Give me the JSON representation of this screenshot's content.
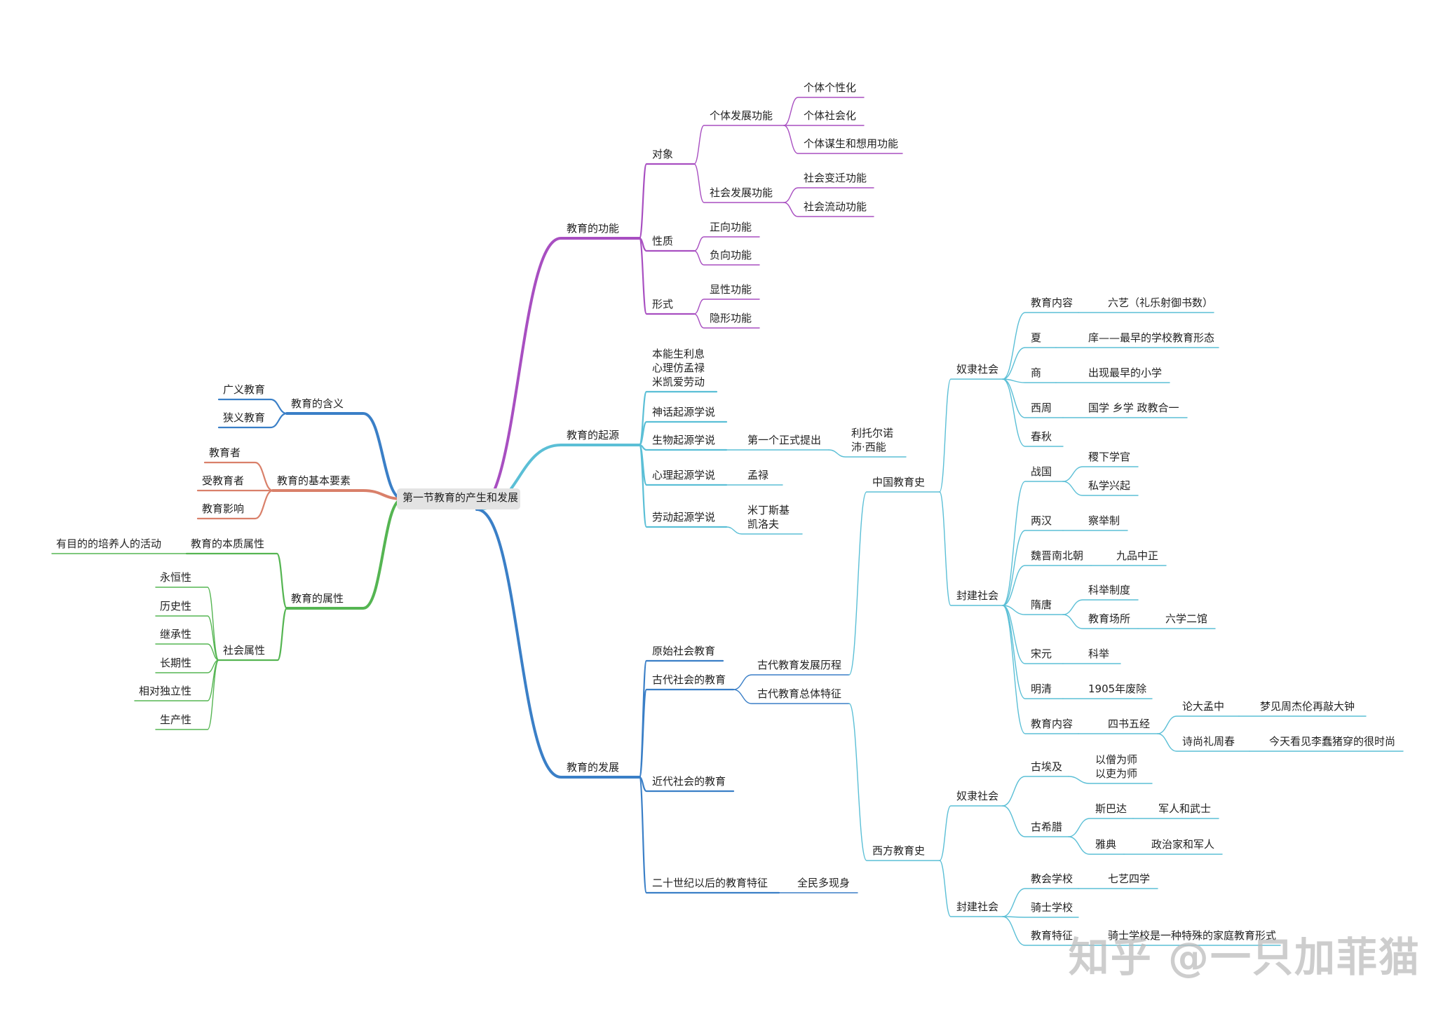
{
  "root": {
    "label": "第一节教育的产生和发展"
  },
  "colors": {
    "function": "#a84fc1",
    "origin": "#5bbfd6",
    "development": "#3a7fc7",
    "meaning": "#3a7fc7",
    "elements": "#d9806a",
    "attributes": "#55b552"
  },
  "function": {
    "label": "教育的功能",
    "object": {
      "label": "对象",
      "individual": {
        "label": "个体发展功能",
        "items": [
          "个体个性化",
          "个体社会化",
          "个体谋生和想用功能"
        ]
      },
      "social": {
        "label": "社会发展功能",
        "items": [
          "社会变迁功能",
          "社会流动功能"
        ]
      }
    },
    "nature": {
      "label": "性质",
      "items": [
        "正向功能",
        "负向功能"
      ]
    },
    "form": {
      "label": "形式",
      "items": [
        "显性功能",
        "隐形功能"
      ]
    }
  },
  "origin": {
    "label": "教育的起源",
    "summary": "本能生利息\n心理仿孟禄\n米凯爱劳动",
    "myth": {
      "label": "神话起源学说"
    },
    "biology": {
      "label": "生物起源学说",
      "first": "第一个正式提出",
      "persons": "利托尔诺\n沛·西能"
    },
    "psychology": {
      "label": "心理起源学说",
      "person": "孟禄"
    },
    "labor": {
      "label": "劳动起源学说",
      "persons": "米丁斯基\n凯洛夫"
    }
  },
  "development": {
    "label": "教育的发展",
    "primitive": "原始社会教育",
    "ancient": {
      "label": "古代社会的教育",
      "history": "古代教育发展历程",
      "features": "古代教育总体特征"
    },
    "modern": "近代社会的教育",
    "twentieth": {
      "label": "二十世纪以后的教育特征",
      "value": "全民多现身"
    },
    "china": {
      "label": "中国教育史",
      "slave": {
        "label": "奴隶社会",
        "content": {
          "label": "教育内容",
          "value": "六艺（礼乐射御书数）"
        },
        "xia": {
          "label": "夏",
          "value": "庠——最早的学校教育形态"
        },
        "shang": {
          "label": "商",
          "value": "出现最早的小学"
        },
        "xizhou": {
          "label": "西周",
          "value": "国学 乡学 政教合一"
        },
        "chunqiu": {
          "label": "春秋"
        }
      },
      "feudal": {
        "label": "封建社会",
        "zhanguo": {
          "label": "战国",
          "items": [
            "稷下学官",
            "私学兴起"
          ]
        },
        "lianghan": {
          "label": "两汉",
          "value": "察举制"
        },
        "weijin": {
          "label": "魏晋南北朝",
          "value": "九品中正"
        },
        "suitang": {
          "label": "隋唐",
          "keju": "科举制度",
          "place": "教育场所",
          "place_value": "六学二馆"
        },
        "songyuan": {
          "label": "宋元",
          "value": "科举"
        },
        "mingqing": {
          "label": "明清",
          "value": "1905年废除"
        },
        "content": {
          "label": "教育内容",
          "value": "四书五经",
          "items": [
            {
              "label": "论大孟中",
              "value": "梦见周杰伦再敲大钟"
            },
            {
              "label": "诗尚礼周春",
              "value": "今天看见李蠢猪穿的很时尚"
            }
          ]
        }
      }
    },
    "west": {
      "label": "西方教育史",
      "slave": {
        "label": "奴隶社会",
        "egypt": {
          "label": "古埃及",
          "value": "以僧为师\n以吏为师"
        },
        "greece": {
          "label": "古希腊",
          "sparta": {
            "label": "斯巴达",
            "value": "军人和武士"
          },
          "athens": {
            "label": "雅典",
            "value": "政治家和军人"
          }
        }
      },
      "feudal": {
        "label": "封建社会",
        "church": {
          "label": "教会学校",
          "value": "七艺四学"
        },
        "knight": {
          "label": "骑士学校"
        },
        "feature": {
          "label": "教育特征",
          "value": "骑士学校是一种特殊的家庭教育形式"
        }
      }
    }
  },
  "meaning": {
    "label": "教育的含义",
    "items": [
      "广义教育",
      "狭义教育"
    ]
  },
  "elements": {
    "label": "教育的基本要素",
    "items": [
      "教育者",
      "受教育者",
      "教育影响"
    ]
  },
  "attributes": {
    "label": "教育的属性",
    "essence": {
      "label": "教育的本质属性",
      "value": "有目的的培养人的活动"
    },
    "social": {
      "label": "社会属性",
      "items": [
        "永恒性",
        "历史性",
        "继承性",
        "长期性",
        "相对独立性",
        "生产性"
      ]
    }
  },
  "watermark": "知乎 @一只加菲猫"
}
